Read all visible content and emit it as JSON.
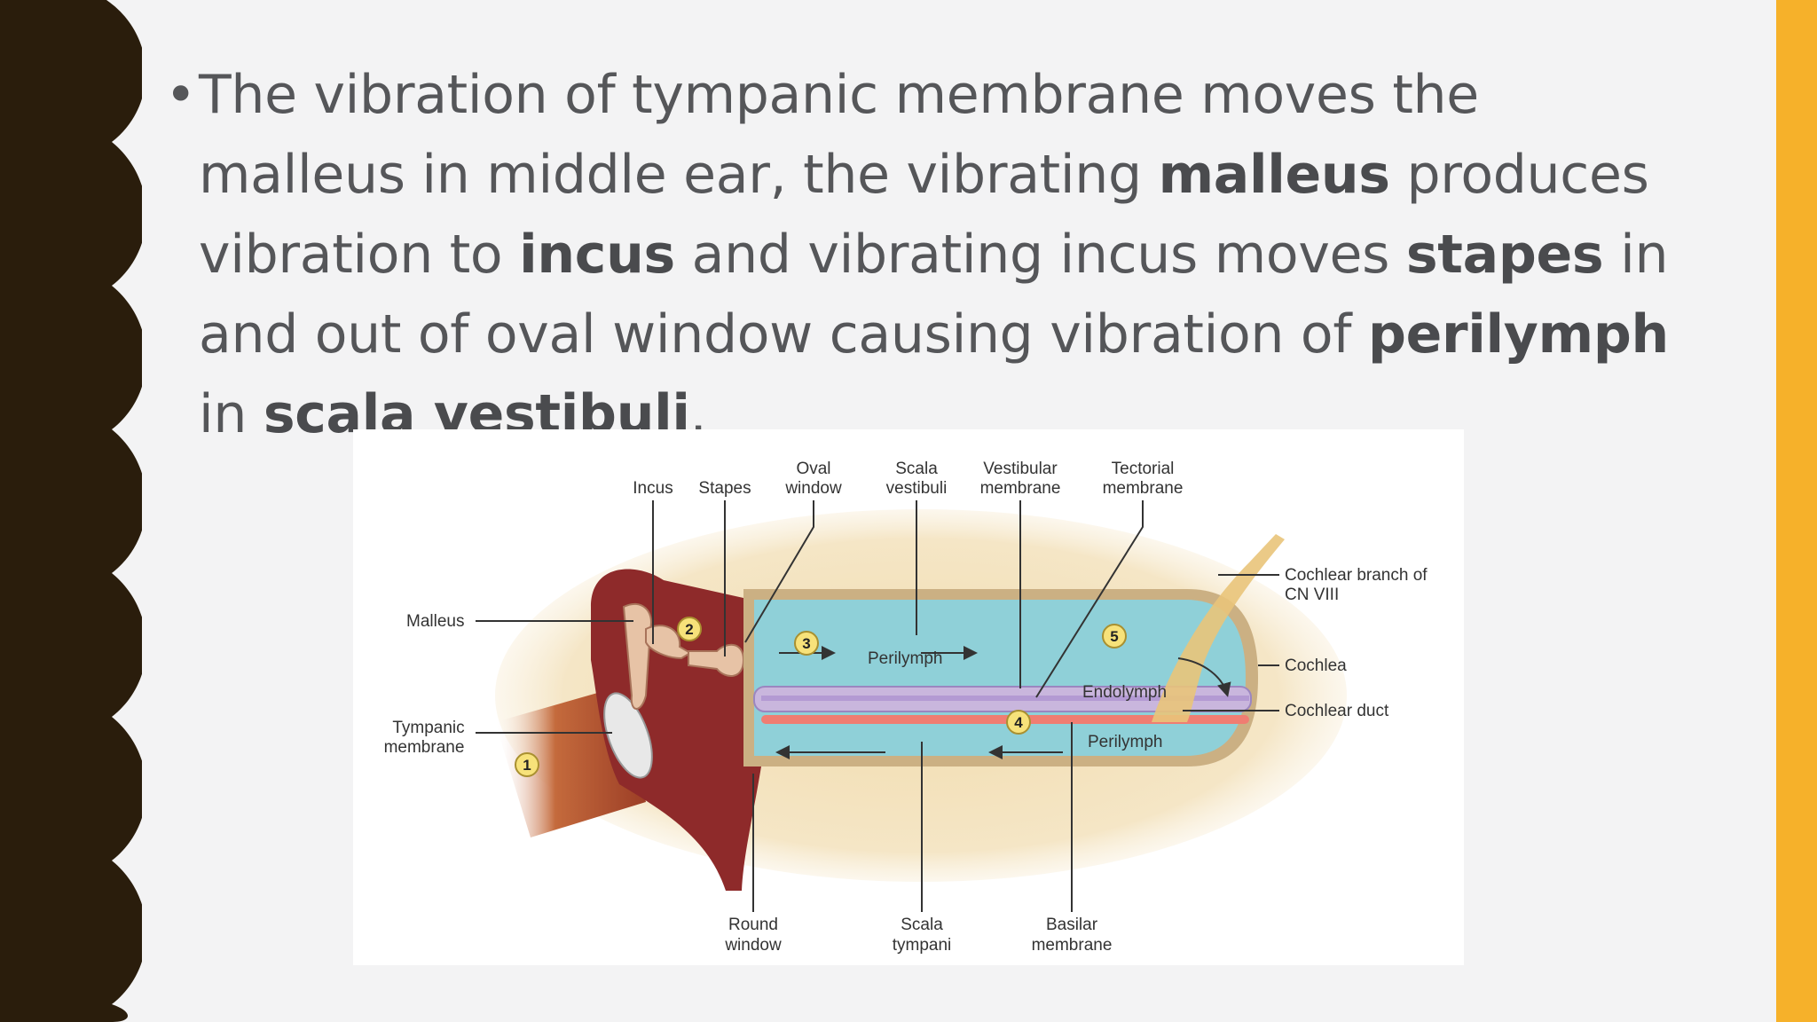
{
  "slide": {
    "bullet": {
      "marker": "•",
      "segments": [
        {
          "text": "The vibration of tympanic membrane moves the malleus in middle ear, the vibrating ",
          "bold": false
        },
        {
          "text": "malleus",
          "bold": true
        },
        {
          "text": " produces vibration to ",
          "bold": false
        },
        {
          "text": "incus",
          "bold": true
        },
        {
          "text": " and vibrating incus moves ",
          "bold": false
        },
        {
          "text": "stapes",
          "bold": true
        },
        {
          "text": " in and out of oval window causing vibration of ",
          "bold": false
        },
        {
          "text": "perilymph",
          "bold": true
        },
        {
          "text": " in ",
          "bold": false
        },
        {
          "text": "scala vestibuli",
          "bold": true
        },
        {
          "text": ".",
          "bold": false
        }
      ]
    },
    "colors": {
      "background": "#f3f3f4",
      "left_edge": "#2a1d0c",
      "right_bar": "#f6b12a",
      "text": "#555659"
    }
  },
  "diagram": {
    "labels": {
      "incus": "Incus",
      "stapes": "Stapes",
      "oval_window_1": "Oval",
      "oval_window_2": "window",
      "scala_vestibuli_1": "Scala",
      "scala_vestibuli_2": "vestibuli",
      "vestibular_membrane_1": "Vestibular",
      "vestibular_membrane_2": "membrane",
      "tectorial_membrane_1": "Tectorial",
      "tectorial_membrane_2": "membrane",
      "cochlear_branch_1": "Cochlear branch of",
      "cochlear_branch_2": "CN VIII",
      "malleus": "Malleus",
      "cochlea": "Cochlea",
      "endolymph": "Endolymph",
      "cochlear_duct": "Cochlear duct",
      "perilymph_top": "Perilymph",
      "perilymph_bottom": "Perilymph",
      "tympanic_membrane_1": "Tympanic",
      "tympanic_membrane_2": "membrane",
      "round_window_1": "Round",
      "round_window_2": "window",
      "scala_tympani_1": "Scala",
      "scala_tympani_2": "tympani",
      "basilar_membrane_1": "Basilar",
      "basilar_membrane_2": "membrane"
    },
    "step_numbers": [
      "1",
      "2",
      "3",
      "4",
      "5"
    ],
    "colors": {
      "bone": "#f1dcae",
      "middle_ear": "#8e2a2a",
      "ear_canal": "#b2532c",
      "fluid": "#8fd0d8",
      "cochlear_duct": "#c9b6dd",
      "basilar": "#f07d72",
      "step_marker": "#f7e27a"
    }
  }
}
